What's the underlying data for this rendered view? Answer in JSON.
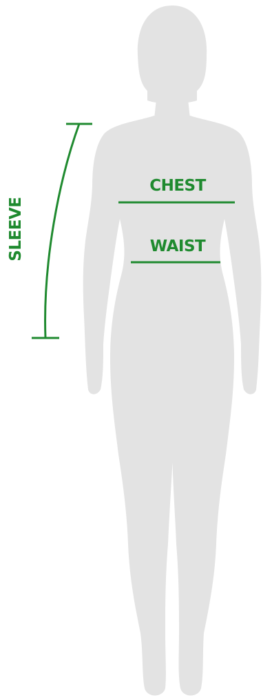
{
  "labels": {
    "chest": "CHEST",
    "waist": "WAIST",
    "sleeve": "SLEEVE"
  },
  "colors": {
    "accent": "#1f8a2f",
    "silhouette": "#e3e3e3",
    "background": "#ffffff"
  }
}
